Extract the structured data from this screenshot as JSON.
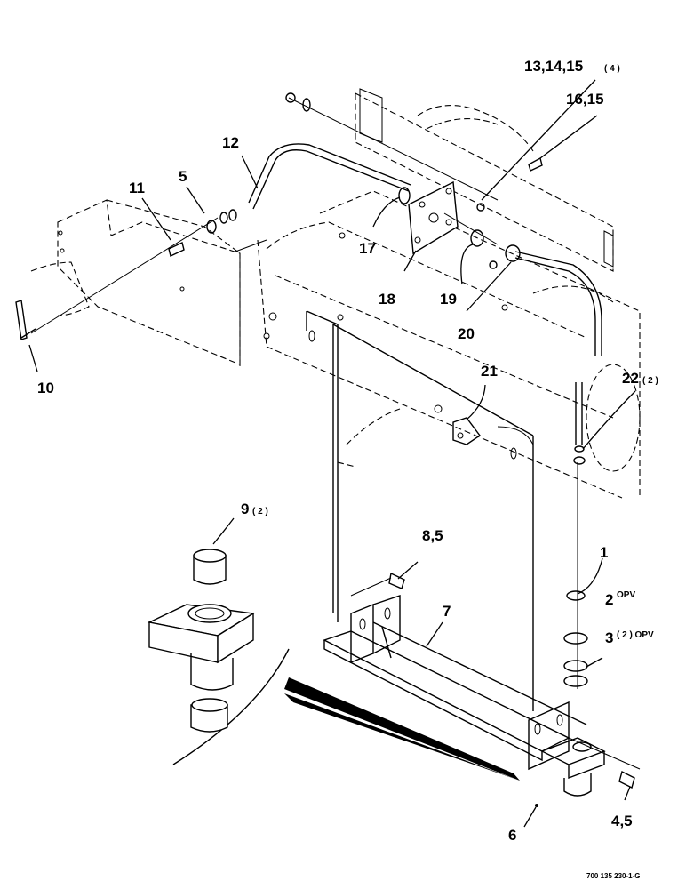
{
  "callouts": {
    "c1": "1",
    "c2": "2",
    "c2_suffix": "OPV",
    "c3": "3",
    "c3_suffix": "( 2 ) OPV",
    "c4_5": "4,5",
    "c5": "5",
    "c6": "6",
    "c7": "7",
    "c8_5": "8,5",
    "c9": "9",
    "c9_suffix": "( 2 )",
    "c10": "10",
    "c11": "11",
    "c12": "12",
    "c13_14_15": "13,14,15",
    "c13_suffix": "( 4 )",
    "c16_15": "16,15",
    "c17": "17",
    "c18": "18",
    "c19": "19",
    "c20": "20",
    "c21": "21",
    "c22": "22",
    "c22_suffix": "( 2 )"
  },
  "figure_code": "700 135 230-1-G"
}
